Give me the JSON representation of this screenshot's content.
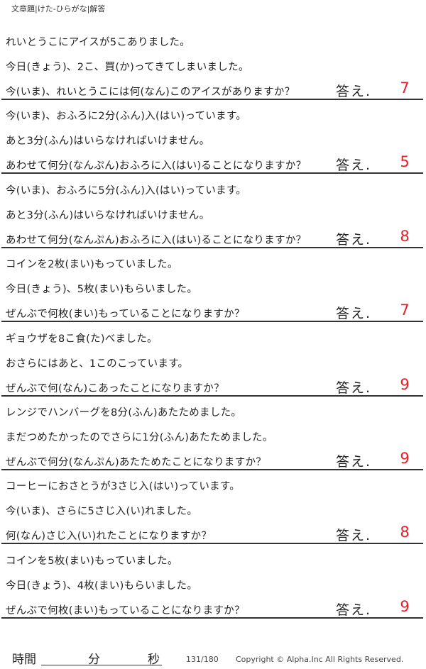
{
  "header": {
    "title": "文章題|けた-ひらがな|解答"
  },
  "answer_label": "答え.",
  "problems": [
    {
      "lines": [
        "れいとうこにアイスが5こありました。",
        "今日(きょう)、2こ、買(か)ってきてしまいました。",
        "今(いま)、れいとうこには何(なん)このアイスがありますか？"
      ],
      "answer": "7"
    },
    {
      "lines": [
        "今(いま)、おふろに2分(ふん)入(はい)っています。",
        "あと3分(ふん)はいらなければいけません。",
        "あわせて何分(なんぷん)おふろに入(はい)ることになりますか？"
      ],
      "answer": "5"
    },
    {
      "lines": [
        "今(いま)、おふろに5分(ふん)入(はい)っています。",
        "あと3分(ふん)はいらなければいけません。",
        "あわせて何分(なんぷん)おふろに入(はい)ることになりますか？"
      ],
      "answer": "8"
    },
    {
      "lines": [
        "コインを2枚(まい)もっていました。",
        "今日(きょう)、5枚(まい)もらいました。",
        "ぜんぶで何枚(まい)もっていることになりますか？"
      ],
      "answer": "7"
    },
    {
      "lines": [
        "ギョウザを8こ食(た)べました。",
        "おさらにはあと、1このこっています。",
        "ぜんぶで何(なん)こあったことになりますか？"
      ],
      "answer": "9"
    },
    {
      "lines": [
        "レンジでハンバーグを8分(ふん)あたためました。",
        "まだつめたかったのでさらに1分(ふん)あたためました。",
        "ぜんぶで何分(なんぷん)あたためたことになりますか？"
      ],
      "answer": "9"
    },
    {
      "lines": [
        "コーヒーにおさとうが3さじ入(はい)っています。",
        "今(いま)、さらに5さじ入(い)れました。",
        "何(なん)さじ入(い)れたことになりますか？"
      ],
      "answer": "8"
    },
    {
      "lines": [
        "コインを5枚(まい)もっていました。",
        "今日(きょう)、4枚(まい)もらいました。",
        "ぜんぶで何枚(まい)もっていることになりますか？"
      ],
      "answer": "9"
    }
  ],
  "footer": {
    "time_label": "時間",
    "minutes_label": "分",
    "seconds_label": "秒",
    "page": "131/180",
    "copyright": "Copyright ©  Alpha.Inc All Rights Reserved."
  }
}
